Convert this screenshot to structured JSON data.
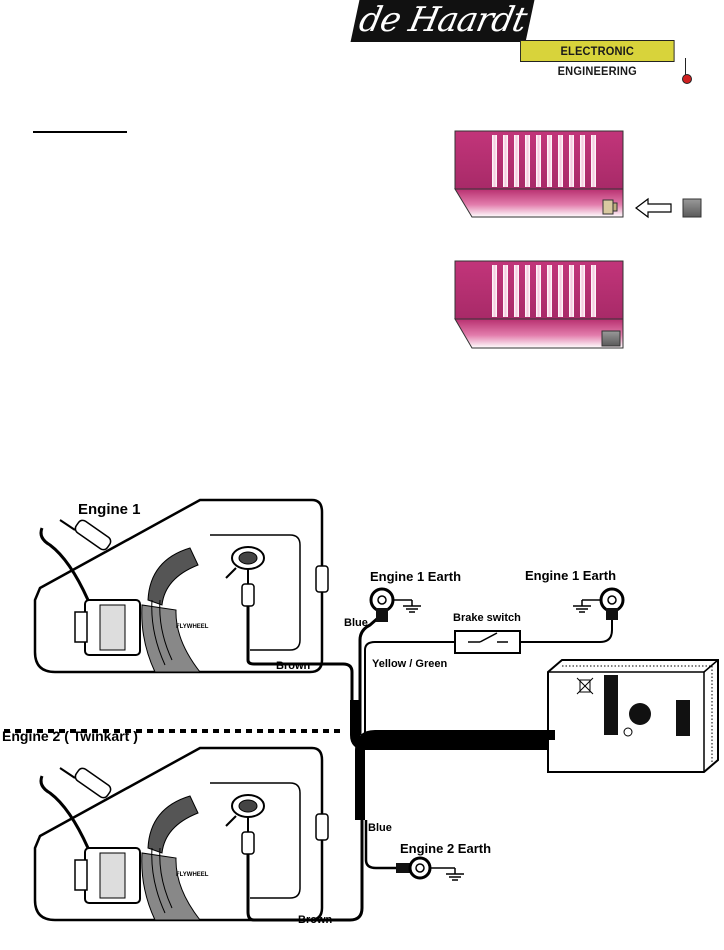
{
  "logo": {
    "script_text": "de Haardt",
    "bar_text": "ELECTRONIC ENGINEERING"
  },
  "labels": {
    "engine1": "Engine 1",
    "engine2": "Engine 2 ( Twinkart )",
    "engine1_earth_a": "Engine 1 Earth",
    "engine1_earth_b": "Engine 1 Earth",
    "engine2_earth": "Engine 2 Earth",
    "brake_switch": "Brake switch",
    "blue_1": "Blue",
    "blue_2": "Blue",
    "yellow_green": "Yellow / Green",
    "brown_1": "Brown",
    "brown_2": "Brown",
    "flywheel_1": "FLYWHEEL",
    "flywheel_2": "FLYWHEEL"
  },
  "colors": {
    "module_pink": "#c2357a",
    "module_pink_light": "#f2b6d2",
    "logo_yellow": "#d8d33b",
    "connector_grey": "#7a7a7a",
    "wire": "#000000"
  }
}
